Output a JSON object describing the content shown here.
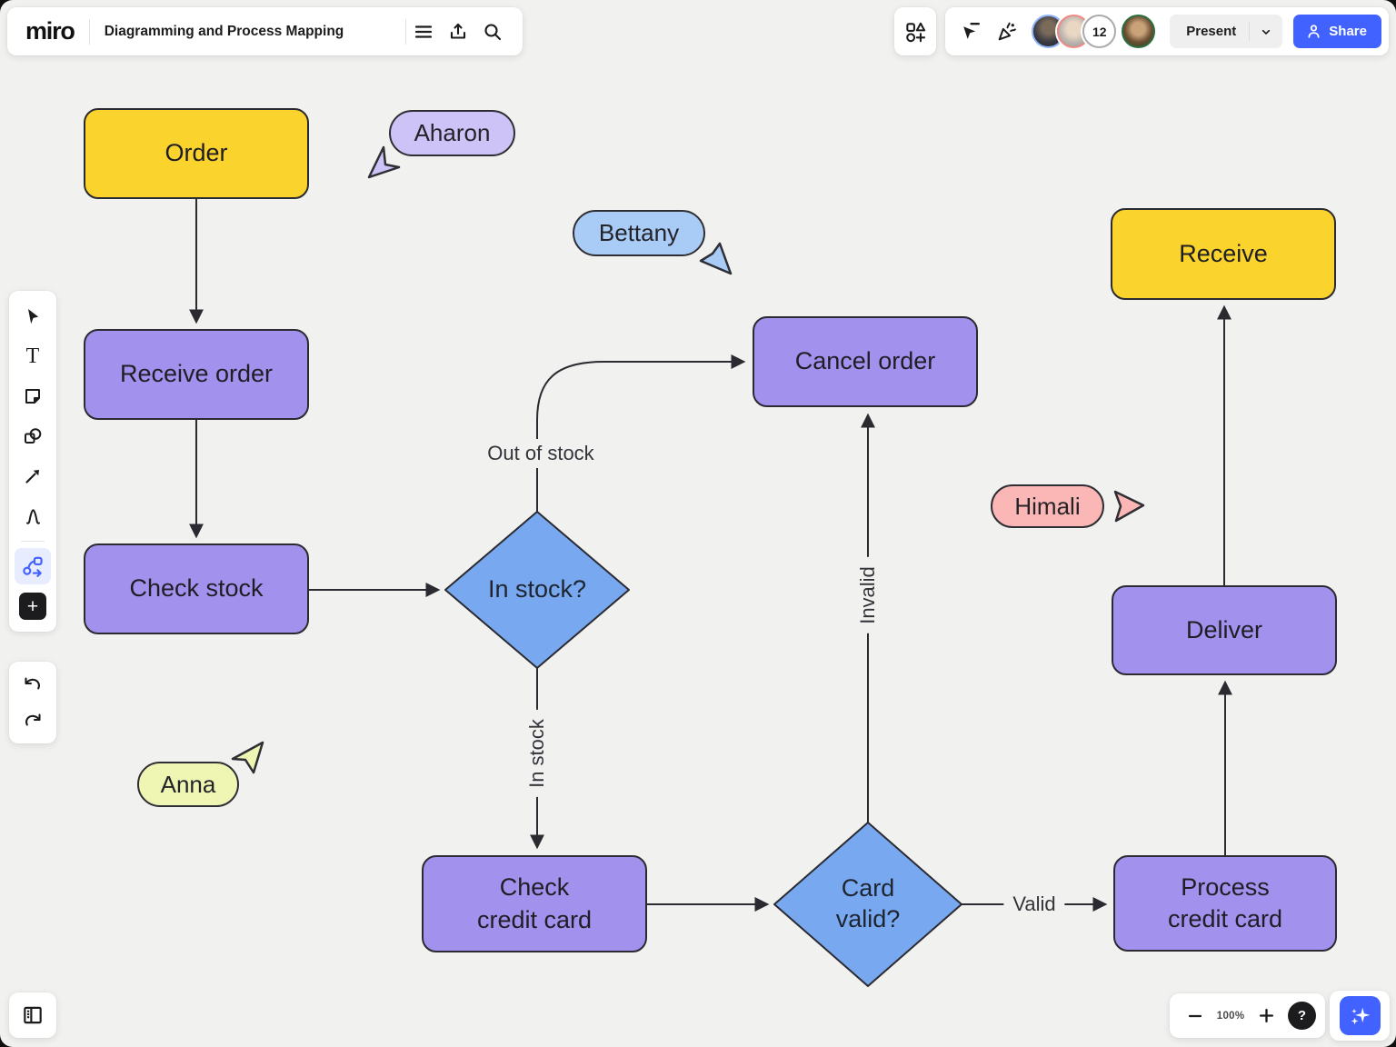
{
  "header": {
    "logo": "miro",
    "board_title": "Diagramming and Process Mapping",
    "present_label": "Present",
    "share_label": "Share",
    "participants_count": "12"
  },
  "zoombar": {
    "zoom_level": "100%",
    "help_label": "?"
  },
  "flowchart": {
    "nodes": {
      "order": {
        "label": "Order",
        "color": "#FBD32D"
      },
      "receive_order": {
        "label": "Receive order",
        "color": "#A391EE"
      },
      "check_stock": {
        "label": "Check stock",
        "color": "#A391EE"
      },
      "in_stock": {
        "label": "In stock?",
        "color": "#78A9F0",
        "shape": "diamond"
      },
      "cancel_order": {
        "label": "Cancel order",
        "color": "#A391EE"
      },
      "check_credit_card": {
        "line1": "Check",
        "line2": "credit card",
        "color": "#A391EE"
      },
      "card_valid": {
        "line1": "Card",
        "line2": "valid?",
        "color": "#78A9F0",
        "shape": "diamond"
      },
      "process_credit_card": {
        "line1": "Process",
        "line2": "credit card",
        "color": "#A391EE"
      },
      "deliver": {
        "label": "Deliver",
        "color": "#A391EE"
      },
      "receive": {
        "label": "Receive",
        "color": "#FBD32D"
      }
    },
    "edge_labels": {
      "out_of_stock": "Out of stock",
      "in_stock": "In stock",
      "invalid": "Invalid",
      "valid": "Valid"
    },
    "connections": [
      {
        "from": "order",
        "to": "receive_order"
      },
      {
        "from": "receive_order",
        "to": "check_stock"
      },
      {
        "from": "check_stock",
        "to": "in_stock"
      },
      {
        "from": "in_stock",
        "to": "cancel_order",
        "label": "Out of stock"
      },
      {
        "from": "in_stock",
        "to": "check_credit_card",
        "label": "In stock"
      },
      {
        "from": "check_credit_card",
        "to": "card_valid"
      },
      {
        "from": "card_valid",
        "to": "process_credit_card",
        "label": "Valid"
      },
      {
        "from": "card_valid",
        "to": "cancel_order",
        "label": "Invalid"
      },
      {
        "from": "process_credit_card",
        "to": "deliver"
      },
      {
        "from": "deliver",
        "to": "receive"
      }
    ]
  },
  "collaborators": {
    "aharon": {
      "name": "Aharon",
      "color": "#CDC3F7"
    },
    "bettany": {
      "name": "Bettany",
      "color": "#A9CCF6"
    },
    "himali": {
      "name": "Himali",
      "color": "#FBB7B5"
    },
    "anna": {
      "name": "Anna",
      "color": "#EFF5B2"
    }
  },
  "colors": {
    "canvas": "#F1F1EF",
    "accent_blue": "#4262FF",
    "node_yellow": "#FBD32D",
    "node_purple": "#A391EE",
    "node_blue": "#78A9F0",
    "outline": "#2A2A30"
  }
}
